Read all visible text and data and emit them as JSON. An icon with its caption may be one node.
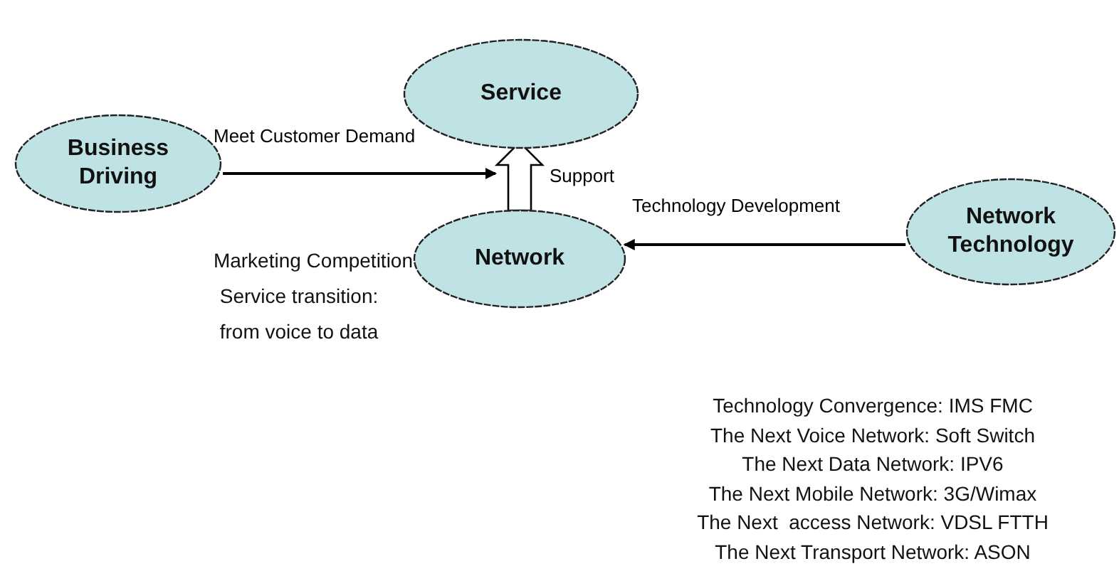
{
  "diagram": {
    "nodes": [
      {
        "text": [
          "Service"
        ]
      },
      {
        "text": [
          "Business Driving"
        ]
      },
      {
        "text": [
          "Network"
        ]
      },
      {
        "text": [
          "Network Technology"
        ]
      }
    ],
    "edges": [
      {
        "from": 1,
        "to": 0,
        "arrow": "to",
        "label": "Meet Customer Demand"
      },
      {
        "from": 2,
        "to": 0,
        "arrow": "to",
        "label": "Support",
        "style": "thick"
      },
      {
        "from": 3,
        "to": 2,
        "arrow": "to",
        "label": "Technology Development"
      }
    ],
    "labels": [
      "Marketing Competition",
      "Service transition: from voice to data",
      "Technology Convergence: IMS FMC",
      "The Next Voice Network: Soft Switch",
      "The Next Data Network: IPV6",
      "The Next Mobile Network: 3G/Wimax",
      "The Next  access Network: VDSL FTTH",
      "The Next Transport Network: ASON"
    ]
  }
}
